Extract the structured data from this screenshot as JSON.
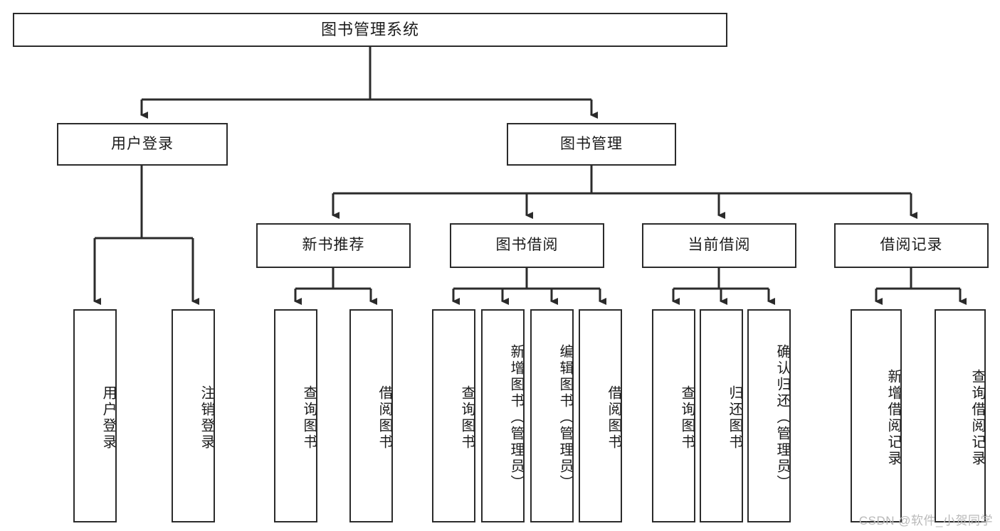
{
  "diagram": {
    "type": "tree-hierarchy",
    "title": "图书管理系统",
    "root": {
      "label": "图书管理系统"
    },
    "level2": [
      {
        "id": "user-login",
        "label": "用户登录"
      },
      {
        "id": "book-manage",
        "label": "图书管理"
      }
    ],
    "level3": [
      {
        "id": "new-book-recommend",
        "label": "新书推荐"
      },
      {
        "id": "book-borrow",
        "label": "图书借阅"
      },
      {
        "id": "current-borrow",
        "label": "当前借阅"
      },
      {
        "id": "borrow-record",
        "label": "借阅记录"
      }
    ],
    "leaves": {
      "user_login": [
        {
          "label": "用户登录"
        },
        {
          "label": "注销登录"
        }
      ],
      "new_book_recommend": [
        {
          "label": "查询图书"
        },
        {
          "label": "借阅图书"
        }
      ],
      "book_borrow": [
        {
          "label": "查询图书"
        },
        {
          "label": "新增图书（管理员）"
        },
        {
          "label": "编辑图书（管理员）"
        },
        {
          "label": "借阅图书"
        }
      ],
      "current_borrow": [
        {
          "label": "查询图书"
        },
        {
          "label": "归还图书"
        },
        {
          "label": "确认归还（管理员）"
        }
      ],
      "borrow_record": [
        {
          "label": "新增借阅记录"
        },
        {
          "label": "查询借阅记录"
        }
      ]
    }
  },
  "watermark": {
    "text": "CSDN @软件_小贺同学"
  },
  "colors": {
    "stroke": "#2b2b2b",
    "background": "#ffffff",
    "text": "#1b1b1b",
    "watermark": "#b9b9b9"
  }
}
